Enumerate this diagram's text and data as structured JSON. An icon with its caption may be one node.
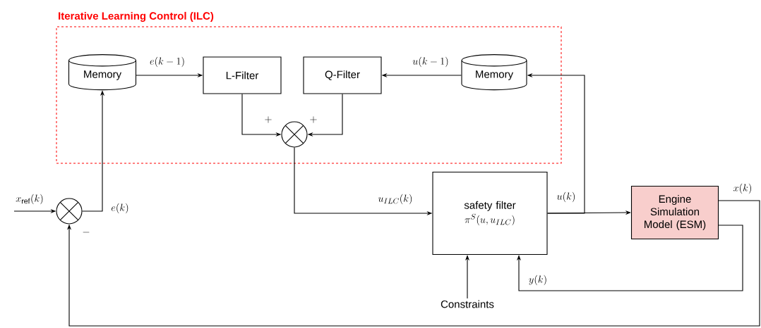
{
  "diagram": {
    "nodes": [
      {
        "text": [
          "Iterative Learning Control (ILC)"
        ]
      },
      {
        "text": [
          "Memory"
        ],
        "in": 0
      },
      {
        "text": [
          "L-Filter"
        ],
        "in": 0
      },
      {
        "text": [
          "Q-Filter"
        ],
        "in": 0
      },
      {
        "text": [
          "Memory"
        ],
        "in": 0
      },
      {
        "text": [],
        "shape": "circle",
        "in": 0
      },
      {
        "text": [],
        "shape": "circle"
      },
      {
        "text": [
          "safety filter",
          "\\pi^{S}(u,u_{ILC})"
        ]
      },
      {
        "text": [
          "Engine Simulation Model (ESM)"
        ]
      },
      {
        "text": [
          "Constraints"
        ]
      }
    ],
    "edges": [
      {
        "from": 1,
        "to": 2,
        "arrow": "to",
        "label": "e(k-1)"
      },
      {
        "from": 4,
        "to": 3,
        "arrow": "to",
        "label": "u(k-1)"
      },
      {
        "from": 2,
        "to": 5,
        "arrow": "to",
        "label": "+"
      },
      {
        "from": 3,
        "to": 5,
        "arrow": "to",
        "label": "+"
      },
      {
        "from": 5,
        "to": 7,
        "arrow": "to",
        "label": "u_{ILC}(k)"
      },
      {
        "from": null,
        "to": 6,
        "arrow": "to",
        "label": "x_{\\mathrm{ref}}(k)"
      },
      {
        "from": 6,
        "to": 1,
        "arrow": "to",
        "label": "e(k)"
      },
      {
        "from": 7,
        "to": 8,
        "arrow": "to",
        "label": "u(k)"
      },
      {
        "from": 7,
        "to": 4,
        "arrow": "to"
      },
      {
        "from": 8,
        "to": 6,
        "arrow": "to",
        "label": "x(k)"
      },
      {
        "from": 8,
        "to": 7,
        "arrow": "to",
        "label": "y(k)"
      },
      {
        "from": 9,
        "to": 7,
        "arrow": "to"
      }
    ],
    "labels": [
      "-"
    ]
  }
}
